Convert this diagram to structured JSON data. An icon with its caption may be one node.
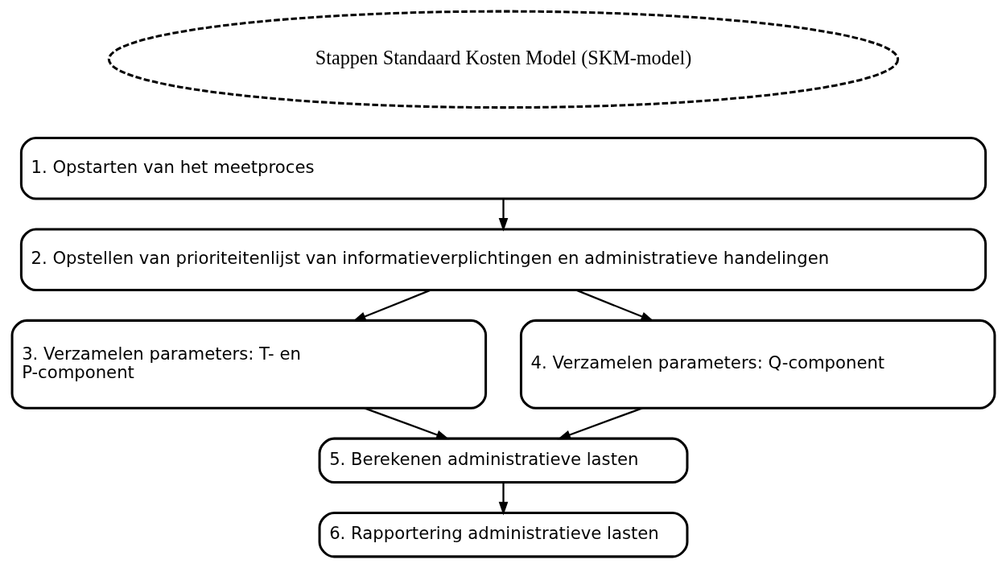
{
  "diagram": {
    "nodes": [
      {
        "text": [
          "Stappen Standaard Kosten Model (SKM-model)"
        ]
      },
      {
        "text": [
          "1. Opstarten van het meetproces"
        ]
      },
      {
        "text": [
          "2. Opstellen van prioriteitenlijst van informatieverplichtingen en administratieve handelingen"
        ]
      },
      {
        "text": [
          "3. Verzamelen parameters: T- en P-component"
        ]
      },
      {
        "text": [
          "4. Verzamelen parameters: Q-component"
        ]
      },
      {
        "text": [
          "5. Berekenen administratieve lasten"
        ]
      },
      {
        "text": [
          "6. Rapportering administratieve lasten"
        ]
      }
    ],
    "edges": [
      {
        "from": 1,
        "to": 2,
        "arrow": "to"
      },
      {
        "from": 2,
        "to": 3,
        "arrow": "to"
      },
      {
        "from": 2,
        "to": 4,
        "arrow": "to"
      },
      {
        "from": 3,
        "to": 5,
        "arrow": "to"
      },
      {
        "from": 4,
        "to": 5,
        "arrow": "to"
      },
      {
        "from": 5,
        "to": 6,
        "arrow": "to"
      }
    ]
  }
}
